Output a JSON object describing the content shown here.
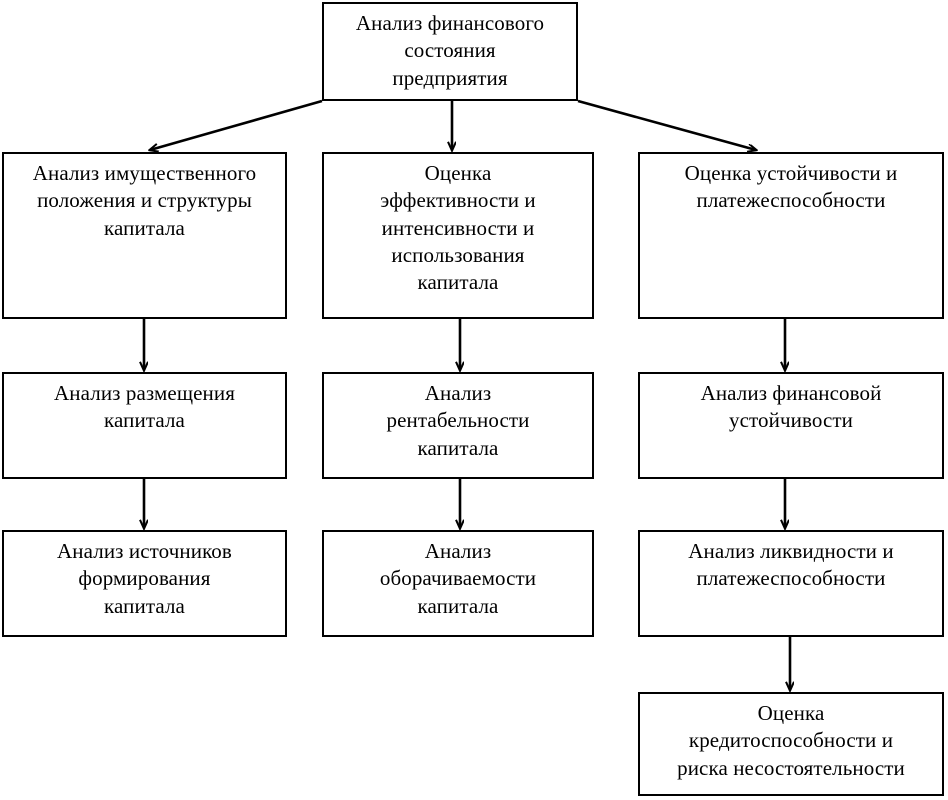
{
  "diagram": {
    "title": "Анализ финансового состояния предприятия",
    "language": "ru",
    "stroke_color": "#000000",
    "background_color": "#ffffff",
    "nodes": {
      "root": "Анализ финансового\nсостояния\nпредприятия",
      "branch_property": "Анализ имущественного\nположения и структуры\nкапитала",
      "branch_efficiency": "Оценка\nэффективности и\nинтенсивности и\nиспользования\nкапитала",
      "branch_stability": "Оценка устойчивости и\nплатежеспособности",
      "capital_placement": "Анализ размещения\nкапитала",
      "capital_profitability": "Анализ\nрентабельности\nкапитала",
      "financial_stability": "Анализ финансовой\nустойчивости",
      "capital_sources": "Анализ источников\nформирования\nкапитала",
      "capital_turnover": "Анализ\nоборачиваемости\nкапитала",
      "liquidity_solvency": "Анализ ликвидности и\nплатежеспособности",
      "creditworthiness": "Оценка\nкредитоспособности и\nриска несостоятельности"
    },
    "edges": [
      {
        "from": "root",
        "to": "branch_property",
        "style": "diagonal-arrow"
      },
      {
        "from": "root",
        "to": "branch_efficiency",
        "style": "vertical-arrow"
      },
      {
        "from": "root",
        "to": "branch_stability",
        "style": "diagonal-arrow"
      },
      {
        "from": "branch_property",
        "to": "capital_placement",
        "style": "vertical-arrow"
      },
      {
        "from": "branch_efficiency",
        "to": "capital_profitability",
        "style": "vertical-arrow"
      },
      {
        "from": "branch_stability",
        "to": "financial_stability",
        "style": "vertical-arrow"
      },
      {
        "from": "capital_placement",
        "to": "capital_sources",
        "style": "vertical-arrow"
      },
      {
        "from": "capital_profitability",
        "to": "capital_turnover",
        "style": "vertical-arrow"
      },
      {
        "from": "financial_stability",
        "to": "liquidity_solvency",
        "style": "vertical-arrow"
      },
      {
        "from": "liquidity_solvency",
        "to": "creditworthiness",
        "style": "vertical-arrow"
      }
    ]
  }
}
